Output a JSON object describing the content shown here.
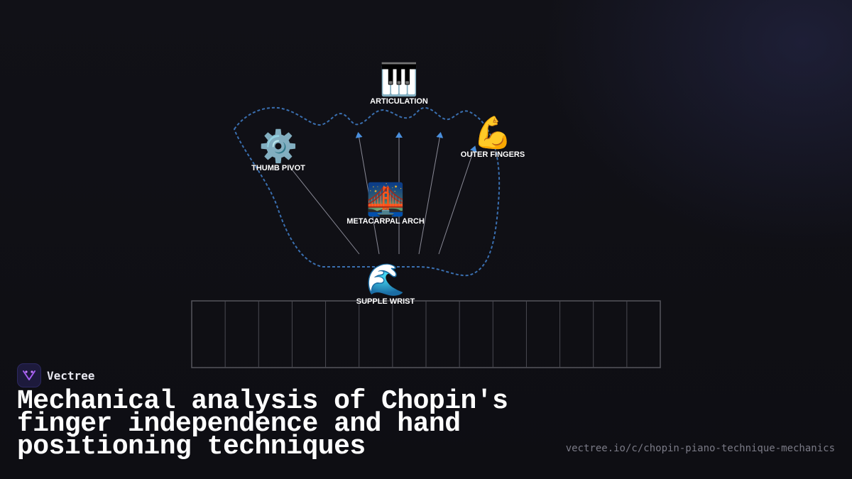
{
  "diagram": {
    "nodes": [
      {
        "id": "articulation",
        "label": "ARTICULATION",
        "icon": "piano-icon",
        "emoji": "🎹"
      },
      {
        "id": "thumb-pivot",
        "label": "THUMB PIVOT",
        "icon": "gear-icon",
        "emoji": "⚙️"
      },
      {
        "id": "outer-fingers",
        "label": "OUTER FINGERS",
        "icon": "flexed-bicep-icon",
        "emoji": "💪"
      },
      {
        "id": "metacarpal-arch",
        "label": "METACARPAL ARCH",
        "icon": "bridge-at-night-icon",
        "emoji": "🌉"
      },
      {
        "id": "supple-wrist",
        "label": "SUPPLE WRIST",
        "icon": "water-wave-icon",
        "emoji": "🌊"
      }
    ],
    "keyboard": {
      "white_keys": 14
    },
    "colors": {
      "outline": "#3a6fb0",
      "arrow": "#4a8fdd",
      "line": "#8a8a96",
      "keyboard_stroke": "#4a4a52"
    }
  },
  "brand": {
    "name": "Vectree",
    "icon": "vectree-logo-icon"
  },
  "title": "Mechanical analysis of Chopin's finger independence and hand positioning techniques",
  "url": "vectree.io/c/chopin-piano-technique-mechanics"
}
